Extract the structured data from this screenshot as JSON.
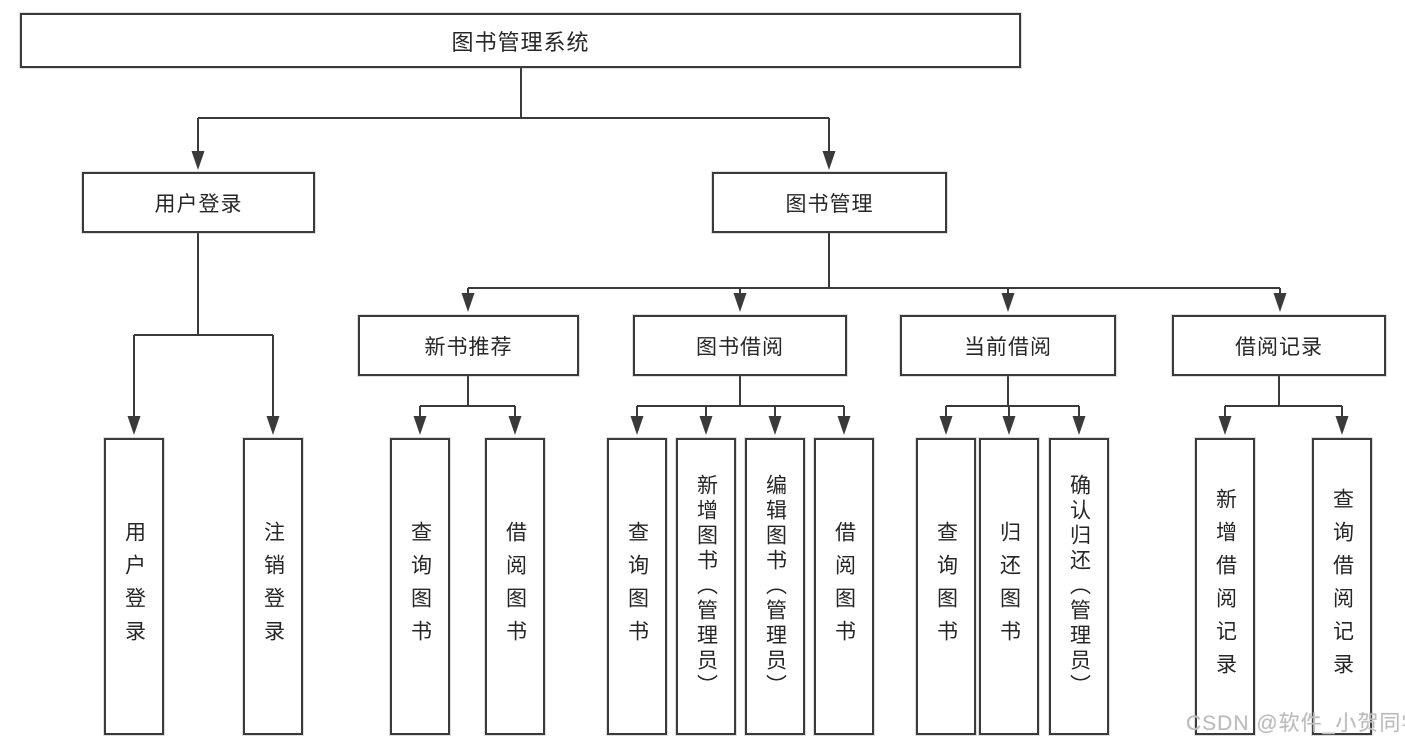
{
  "tree": {
    "label": "图书管理系统",
    "children": [
      {
        "label": "用户登录",
        "children": [
          {
            "label": "用户登录"
          },
          {
            "label": "注销登录"
          }
        ]
      },
      {
        "label": "图书管理",
        "children": [
          {
            "label": "新书推荐",
            "children": [
              {
                "label": "查询图书"
              },
              {
                "label": "借阅图书"
              }
            ]
          },
          {
            "label": "图书借阅",
            "children": [
              {
                "label": "查询图书"
              },
              {
                "label": "新增图书（管理员）"
              },
              {
                "label": "编辑图书（管理员）"
              },
              {
                "label": "借阅图书"
              }
            ]
          },
          {
            "label": "当前借阅",
            "children": [
              {
                "label": "查询图书"
              },
              {
                "label": "归还图书"
              },
              {
                "label": "确认归还（管理员）"
              }
            ]
          },
          {
            "label": "借阅记录",
            "children": [
              {
                "label": "新增借阅记录"
              },
              {
                "label": "查询借阅记录"
              }
            ]
          }
        ]
      }
    ]
  },
  "watermark": {
    "text": "CSDN @软件_小贺同学"
  },
  "colors": {
    "line": "#3a3a3a",
    "text": "#262626",
    "watermark": "#bcbcbc",
    "background": "#ffffff"
  }
}
